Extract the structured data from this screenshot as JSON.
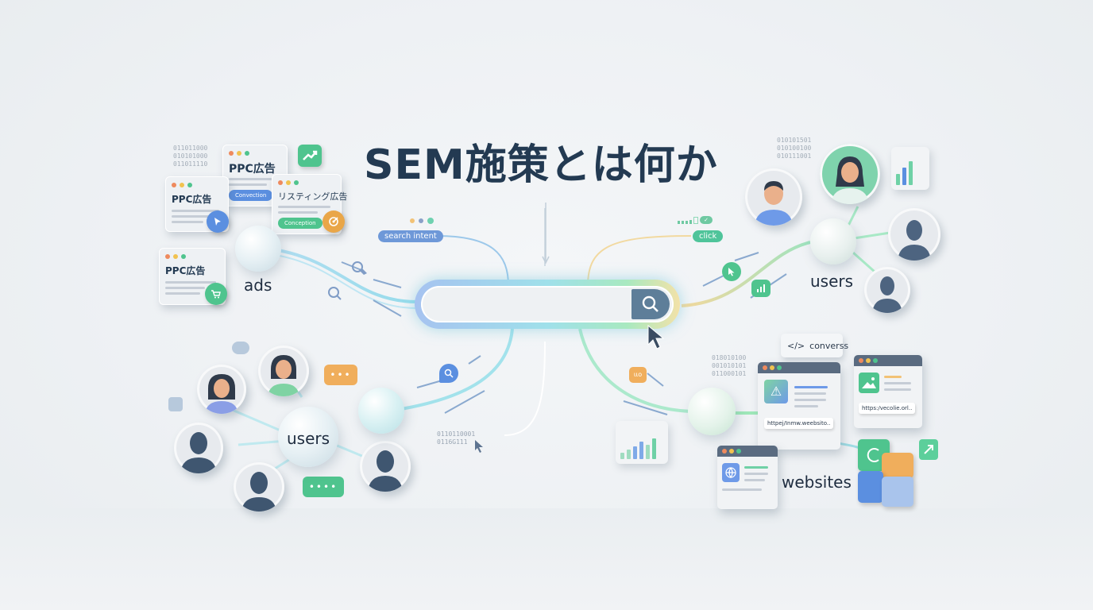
{
  "title": "SEM施策とは何か",
  "colors": {
    "title": "#233a52",
    "blue": "#5b8fe0",
    "green": "#4fc48e",
    "orange": "#e9a648",
    "dark_silhouette": "#3f5670",
    "search_button": "#5e7e99"
  },
  "ads_cluster": {
    "label": "ads",
    "binary": "011011000\n010101000\n011011110",
    "cards": [
      {
        "title": "PPC広告",
        "pill": "Convection",
        "pill_color": "#5b8fe0"
      },
      {
        "title": "PPC広告",
        "badge_icon": "cursor-icon"
      },
      {
        "title": "リスティング広告",
        "pill": "Conception",
        "pill_color": "#4fc48e",
        "badge_icon": "target-icon"
      },
      {
        "title": "PPC広告",
        "badge_icon": "cart-icon"
      }
    ],
    "trend_icon": "trend-up-icon"
  },
  "search": {
    "intent_tag": "search intent",
    "click_tag": "click",
    "button_icon": "search-icon",
    "input_value": ""
  },
  "users_left": {
    "label": "users",
    "binary": "0110110001\n0116G111"
  },
  "users_right": {
    "label": "users",
    "binary": "010101501\n010100100\n010111001"
  },
  "websites": {
    "label": "websites",
    "binary": "018010100\n001010101\n011000101",
    "code_tag": "converss",
    "urls": [
      "httpej/Inmw.weebsito..",
      "https:/vecolie.orl.."
    ]
  }
}
